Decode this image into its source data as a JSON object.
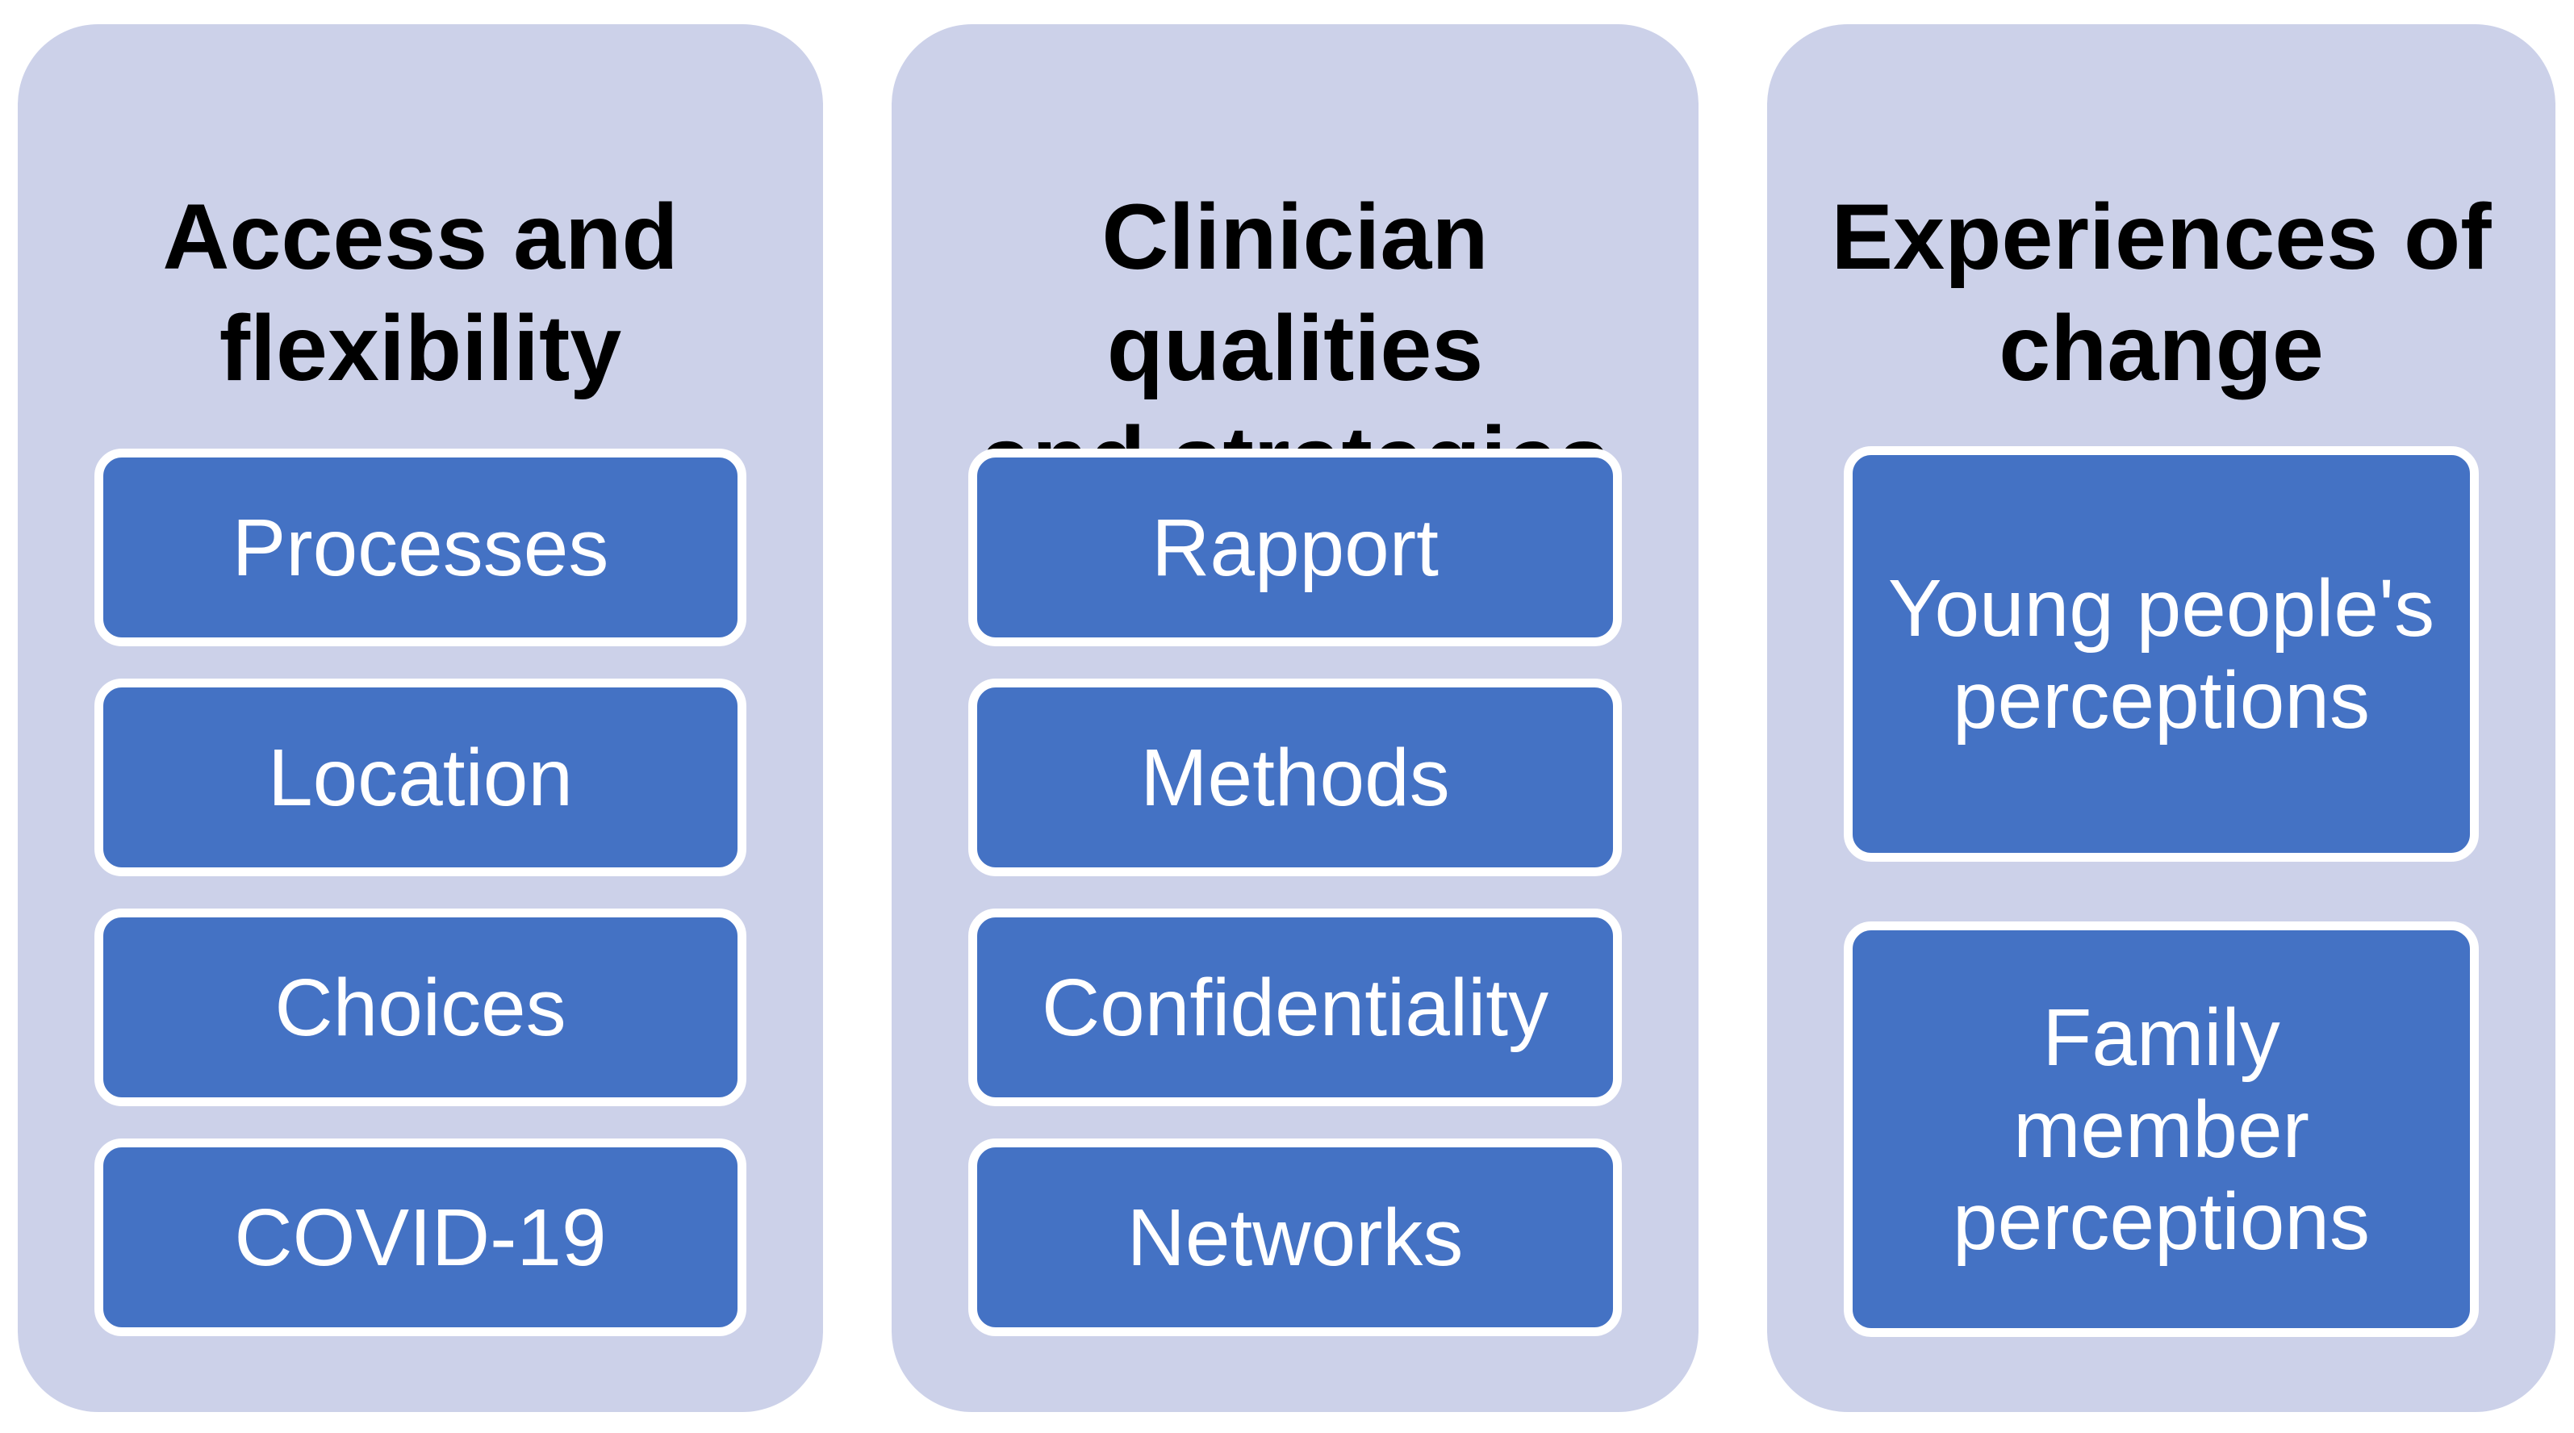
{
  "colors": {
    "page_bg": "#FFFFFF",
    "panel_bg": "#CCD1E9",
    "box_bg": "#4472C4",
    "box_border": "#FFFFFF",
    "title_text": "#000000",
    "box_text": "#FFFFFF"
  },
  "columns": [
    {
      "title": "Access and\nflexibility",
      "items": [
        {
          "label": "Processes"
        },
        {
          "label": "Location"
        },
        {
          "label": "Choices"
        },
        {
          "label": "COVID-19"
        }
      ]
    },
    {
      "title": "Clinician qualities\nand strategies",
      "items": [
        {
          "label": "Rapport"
        },
        {
          "label": "Methods"
        },
        {
          "label": "Confidentiality"
        },
        {
          "label": "Networks"
        }
      ]
    },
    {
      "title": "Experiences of\nchange",
      "items": [
        {
          "label": "Young people's\nperceptions"
        },
        {
          "label": "Family\nmember\nperceptions"
        }
      ]
    }
  ]
}
